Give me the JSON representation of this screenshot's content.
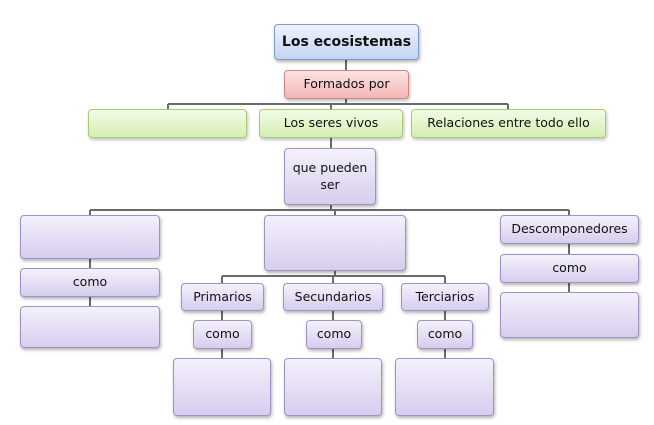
{
  "colors": {
    "connector": "#6b6b6b",
    "title_fill": "#c3d5f2",
    "pink_fill": "#f3b6b6",
    "green_fill": "#d5efb0",
    "purple_fill": "#d7cdee"
  },
  "nodes": {
    "title": "Los ecosistemas",
    "formados_por": "Formados por",
    "green_blank": "",
    "seres_vivos": "Los seres vivos",
    "relaciones": "Relaciones entre todo ello",
    "que_pueden_ser": "que pueden\nser",
    "left_blank_top": "",
    "left_como": "como",
    "left_blank_bottom": "",
    "center_blank": "",
    "primarios": "Primarios",
    "secundarios": "Secundarios",
    "terciarios": "Terciarios",
    "primarios_como": "como",
    "secundarios_como": "como",
    "terciarios_como": "como",
    "primarios_blank": "",
    "secundarios_blank": "",
    "terciarios_blank": "",
    "descomponedores": "Descomponedores",
    "descomponedores_como": "como",
    "descomponedores_blank": ""
  }
}
